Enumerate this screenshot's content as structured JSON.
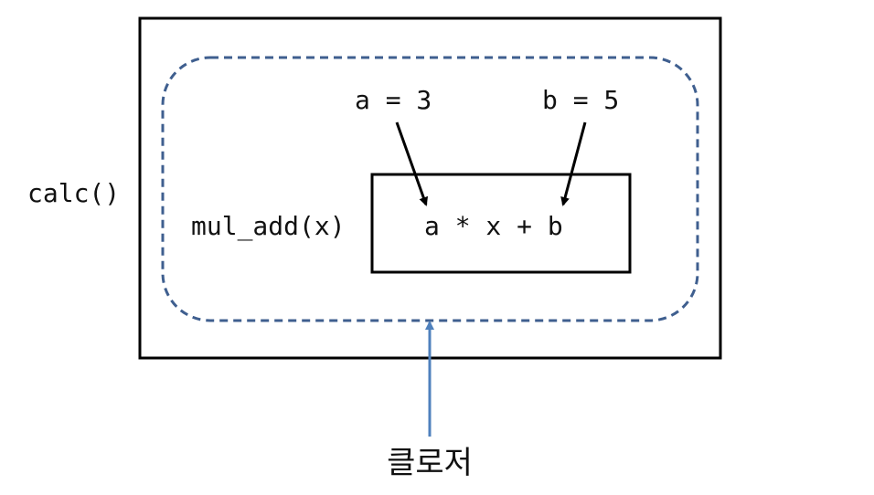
{
  "outer_function": {
    "label": "calc()"
  },
  "inner_function": {
    "label": "mul_add(x)",
    "expression": "a * x + b"
  },
  "captured_variables": [
    {
      "text": "a = 3"
    },
    {
      "text": "b = 5"
    }
  ],
  "closure_label": "클로저",
  "colors": {
    "box_stroke": "#000000",
    "closure_boundary": "#3f5f8f",
    "closure_arrow": "#4f81bd",
    "variable_arrow": "#000000"
  }
}
